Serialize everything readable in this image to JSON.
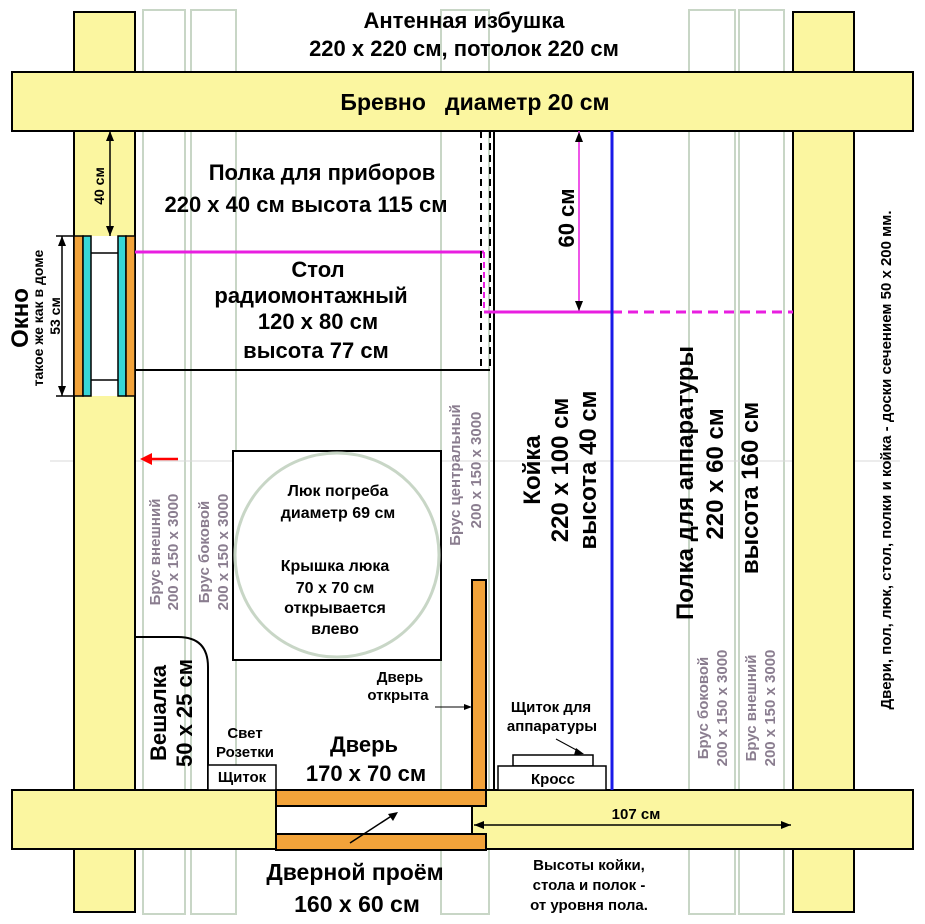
{
  "title": {
    "line1": "Антенная избушка",
    "line2": "220 x 220 см, потолок 220 см"
  },
  "log": {
    "label": "Бревно   диаметр 20 см"
  },
  "window": {
    "title": "Окно",
    "note": "такое же как в доме",
    "height": "53 см",
    "offset": "40 см"
  },
  "instrument_shelf": {
    "line1": "Полка для приборов",
    "line2": "220 x 40 см высота 115 см"
  },
  "desk": {
    "line1": "Стол",
    "line2": "радиомонтажный",
    "line3": "120 x 80 см",
    "line4": "высота 77 см"
  },
  "shelf_gap": "60 см",
  "bed": {
    "line1": "Койка",
    "line2": "220 x 100 см",
    "line3": "высота 40 см"
  },
  "equipment_shelf": {
    "line1": "Полка для аппаратуры",
    "line2": "220 x 60 см",
    "line3": "высота 160 см"
  },
  "materials_note": "Двери, пол, люк, стол, полки и койка - доски сечением 50 x 200 мм.",
  "beams": {
    "outer_label": "Брус внешний",
    "side_label": "Брус боковой",
    "central_label": "Брус центральный",
    "section": "200 x 150 x 3000"
  },
  "hatch": {
    "line1": "Люк погреба",
    "line2": "диаметр 69 см",
    "line3": "Крышка люка",
    "line4": "70 x 70 см",
    "line5": "открывается",
    "line6": "влево"
  },
  "door_open": {
    "line1": "Дверь",
    "line2": "открыта"
  },
  "hanger": {
    "line1": "Вешалка",
    "line2": "50 x 25 см"
  },
  "light": {
    "line1": "Свет",
    "line2": "Розетки"
  },
  "panel": "Щиток",
  "door": {
    "line1": "Дверь",
    "line2": "170 x 70 см"
  },
  "equipment_panel": {
    "line1": "Щиток для",
    "line2": "аппаратуры"
  },
  "cross": "Кросс",
  "distance": "107 см",
  "doorway": {
    "line1": "Дверной проём",
    "line2": "160 x 60 см"
  },
  "heights_note": {
    "line1": "Высоты койки,",
    "line2": "стола и полок -",
    "line3": "от уровня пола."
  },
  "colors": {
    "log": "#fbf6a0",
    "board": "#f2a33a",
    "magenta": "#e81ee0",
    "blue": "#1a1ae8",
    "beam_lines": "#c8d6c6",
    "glass": "#37d6d6",
    "arrow": "#ff0000"
  }
}
